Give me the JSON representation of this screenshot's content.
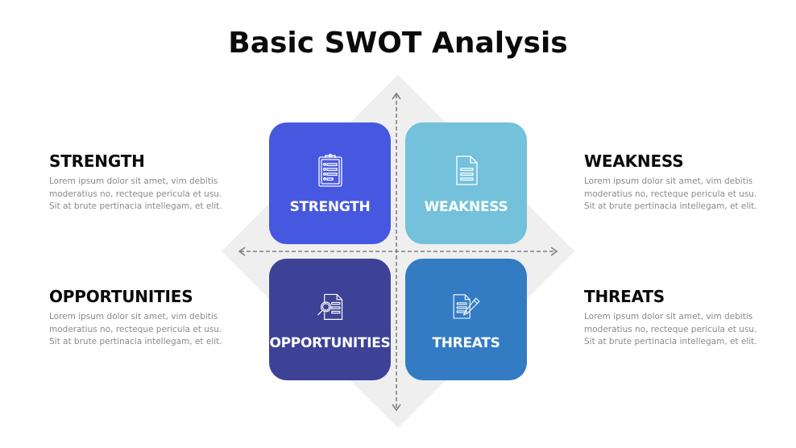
{
  "title": "Basic SWOT Analysis",
  "colors": {
    "strength": "#4658E0",
    "weakness": "#73C1DB",
    "opportunities": "#3D4296",
    "threats": "#337CC3",
    "diamond": "#EFEFEF",
    "arrows": "#808080",
    "heading": "#0A0A0A",
    "body_text": "#8A8A8A"
  },
  "quadrants": [
    {
      "key": "strength",
      "label": "STRENGTH",
      "icon": "clipboard-checklist-icon"
    },
    {
      "key": "weakness",
      "label": "WEAKNESS",
      "icon": "document-icon"
    },
    {
      "key": "opportunities",
      "label": "OPPORTUNITIES",
      "icon": "document-search-icon"
    },
    {
      "key": "threats",
      "label": "THREATS",
      "icon": "document-edit-pencil-icon"
    }
  ],
  "descriptions": {
    "strength": {
      "heading": "STRENGTH",
      "text": "Lorem ipsum dolor sit amet, vim debitis moderatius no, recteque pericula et usu. Sit at brute pertinacia intellegam, et elit."
    },
    "weakness": {
      "heading": "WEAKNESS",
      "text": "Lorem ipsum dolor sit amet, vim debitis moderatius no, recteque pericula et usu. Sit at brute pertinacia intellegam, et elit."
    },
    "opportunities": {
      "heading": "OPPORTUNITIES",
      "text": "Lorem ipsum dolor sit amet, vim debitis moderatius no, recteque pericula et usu. Sit at brute pertinacia intellegam, et elit."
    },
    "threats": {
      "heading": "THREATS",
      "text": "Lorem ipsum dolor sit amet, vim debitis moderatius no, recteque pericula et usu. Sit at brute pertinacia intellegam, et elit."
    }
  },
  "body_lines": [
    "Lorem ipsum dolor sit amet, vim debitis",
    "moderatius no, recteque pericula et usu.",
    "Sit at brute pertinacia intellegam, et elit."
  ]
}
